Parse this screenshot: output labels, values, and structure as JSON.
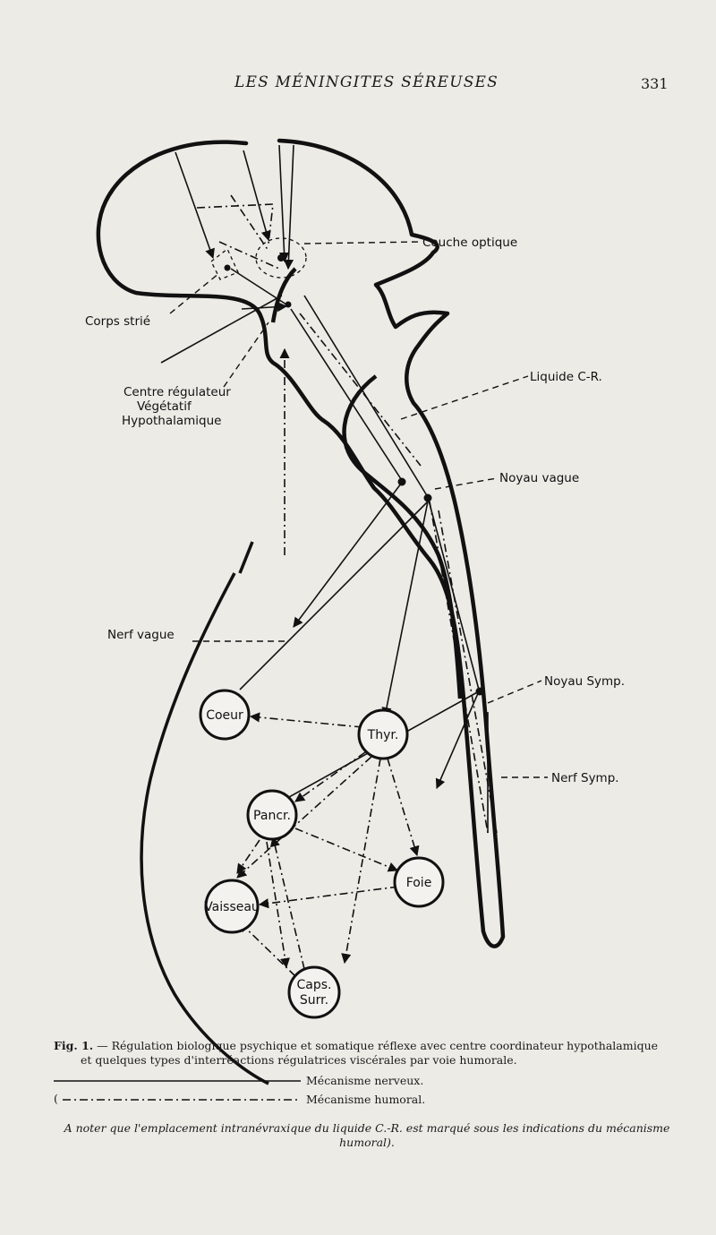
{
  "header": {
    "running_title": "LES MÉNINGITES SÉREUSES",
    "page_number": "331"
  },
  "diagram": {
    "labels": {
      "couche_optique": "Couche optique",
      "corps_strie": "Corps strié",
      "liquide_cr": "Liquide C-R.",
      "centre_1": "Centre régulateur",
      "centre_2": "Végétatif",
      "centre_3": "Hypothalamique",
      "noyau_vague": "Noyau vague",
      "nerf_vague": "Nerf vague",
      "noyau_symp": "Noyau Symp.",
      "nerf_symp": "Nerf Symp."
    },
    "nodes": {
      "coeur": "Coeur",
      "thyr": "Thyr.",
      "pancr": "Pancr.",
      "foie": "Foie",
      "vaisseau": "Vaisseau",
      "caps_1": "Caps.",
      "caps_2": "Surr."
    }
  },
  "caption": {
    "fig": "Fig. 1.",
    "line1": " — Régulation biologique psychique et somatique réflexe avec centre coordinateur hypothalamique",
    "line2": "et quelques types d'interréactions régulatrices viscérales par voie humorale.",
    "legend_nerveux": "Mécanisme nerveux.",
    "legend_humoral": "Mécanisme humoral.",
    "note": "A noter que l'emplacement intranévraxique du liquide C.-R. est marqué sous les indications du mécanisme humoral)."
  }
}
